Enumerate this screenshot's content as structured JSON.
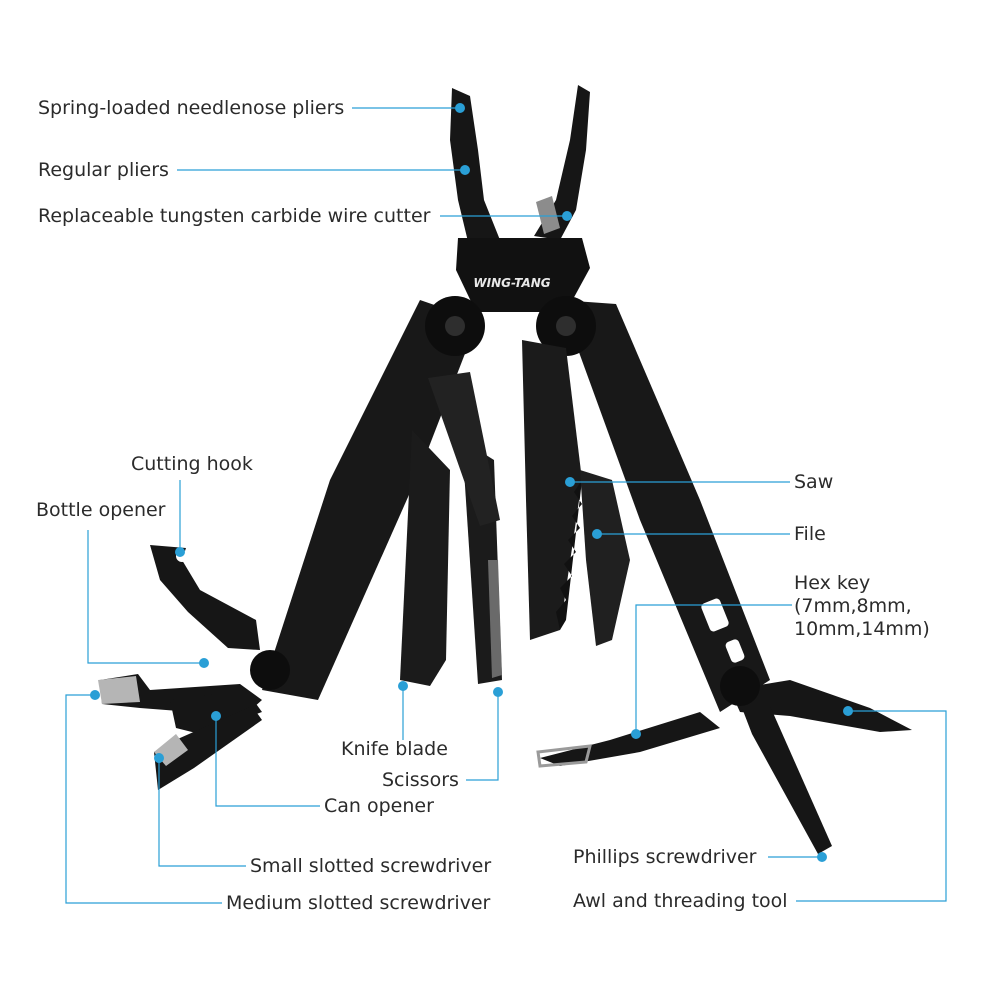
{
  "brand": {
    "logo_text": "WING-TANG"
  },
  "colors": {
    "tool": "#161616",
    "tool_highlight": "#3a3a3a",
    "steel": "#9a9a9a",
    "leader": "#2a9fd6",
    "text": "#2b2b2b",
    "background": "#ffffff"
  },
  "labels": {
    "needlenose": "Spring-loaded needlenose pliers",
    "regular_pliers": "Regular pliers",
    "wire_cutter": "Replaceable tungsten carbide wire cutter",
    "cutting_hook": "Cutting hook",
    "bottle_opener": "Bottle opener",
    "saw": "Saw",
    "file": "File",
    "hex_key": "Hex key (7mm,8mm, 10mm,14mm)",
    "knife_blade": "Knife blade",
    "scissors": "Scissors",
    "can_opener": "Can opener",
    "small_slotted": "Small slotted screwdriver",
    "medium_slotted": "Medium slotted screwdriver",
    "phillips": "Phillips screwdriver",
    "awl": "Awl and threading tool"
  }
}
